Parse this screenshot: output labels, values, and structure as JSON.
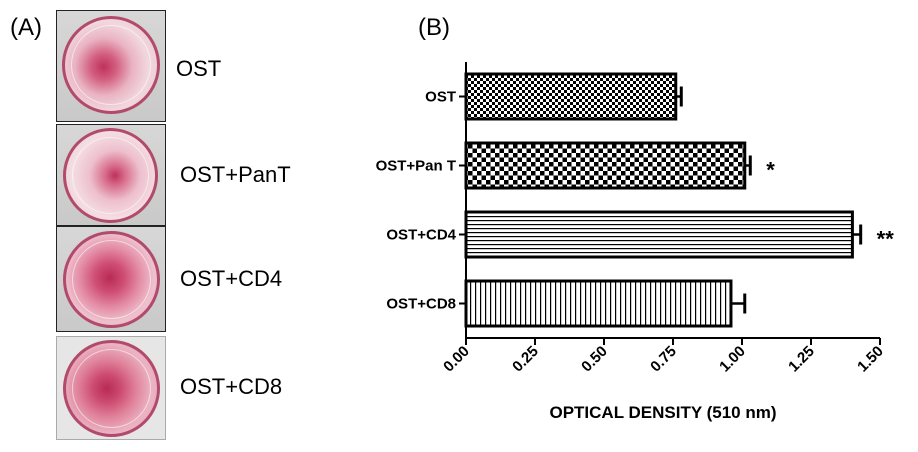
{
  "panel_a": {
    "label": "(A)",
    "wells": [
      {
        "label": "OST"
      },
      {
        "label": "OST+PanT"
      },
      {
        "label": "OST+CD4"
      },
      {
        "label": "OST+CD8"
      }
    ]
  },
  "panel_b": {
    "label": "(B)"
  },
  "colors": {
    "stain": "#c0315a",
    "dish_rim": "#b24a6c",
    "bar_outline": "#000000"
  },
  "chart_data": {
    "type": "bar",
    "orientation": "horizontal",
    "categories": [
      "OST",
      "OST+Pan T",
      "OST+CD4",
      "OST+CD8"
    ],
    "values": [
      0.76,
      1.01,
      1.4,
      0.96
    ],
    "errors": [
      0.02,
      0.02,
      0.03,
      0.05
    ],
    "significance": [
      "",
      "*",
      "**",
      ""
    ],
    "patterns": [
      "fine-checker",
      "coarse-checker",
      "horizontal-lines",
      "vertical-lines"
    ],
    "xlabel": "OPTICAL DENSITY (510 nm)",
    "xlim": [
      0,
      1.5
    ],
    "xticks": [
      "0.00",
      "0.25",
      "0.50",
      "0.75",
      "1.00",
      "1.25",
      "1.50"
    ],
    "grid": false,
    "legend": "none"
  }
}
